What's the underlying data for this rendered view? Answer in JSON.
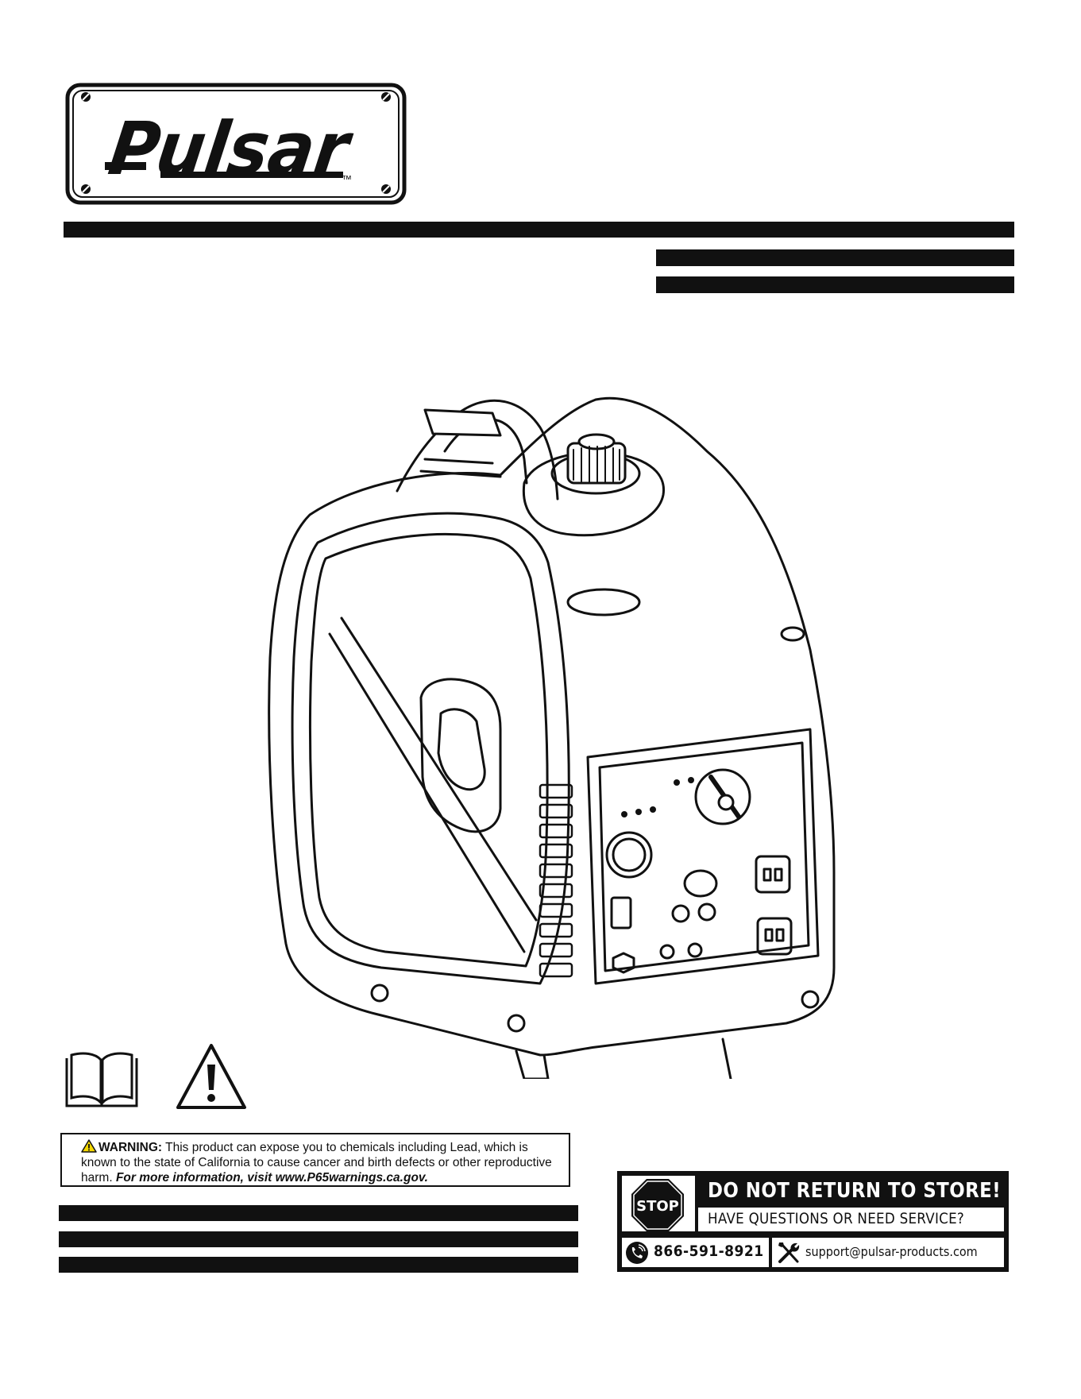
{
  "logo": {
    "brand": "Pulsar",
    "trademark": "™"
  },
  "warning": {
    "label": "WARNING:",
    "text": " This product can expose you to chemicals including Lead, which is known to the state of California to cause cancer and birth defects or other reproductive harm. ",
    "more_info": "For more information, visit www.P65warnings.ca.gov."
  },
  "stop_box": {
    "stop_sign": "STOP",
    "headline": "DO NOT RETURN TO STORE!",
    "subhead": "HAVE QUESTIONS OR NEED SERVICE?",
    "phone": "866-591-8921",
    "email": "support@pulsar-products.com"
  },
  "icons": {
    "manual": "read-manual-icon",
    "caution": "caution-icon",
    "phone": "phone-icon",
    "tools": "tools-icon"
  }
}
